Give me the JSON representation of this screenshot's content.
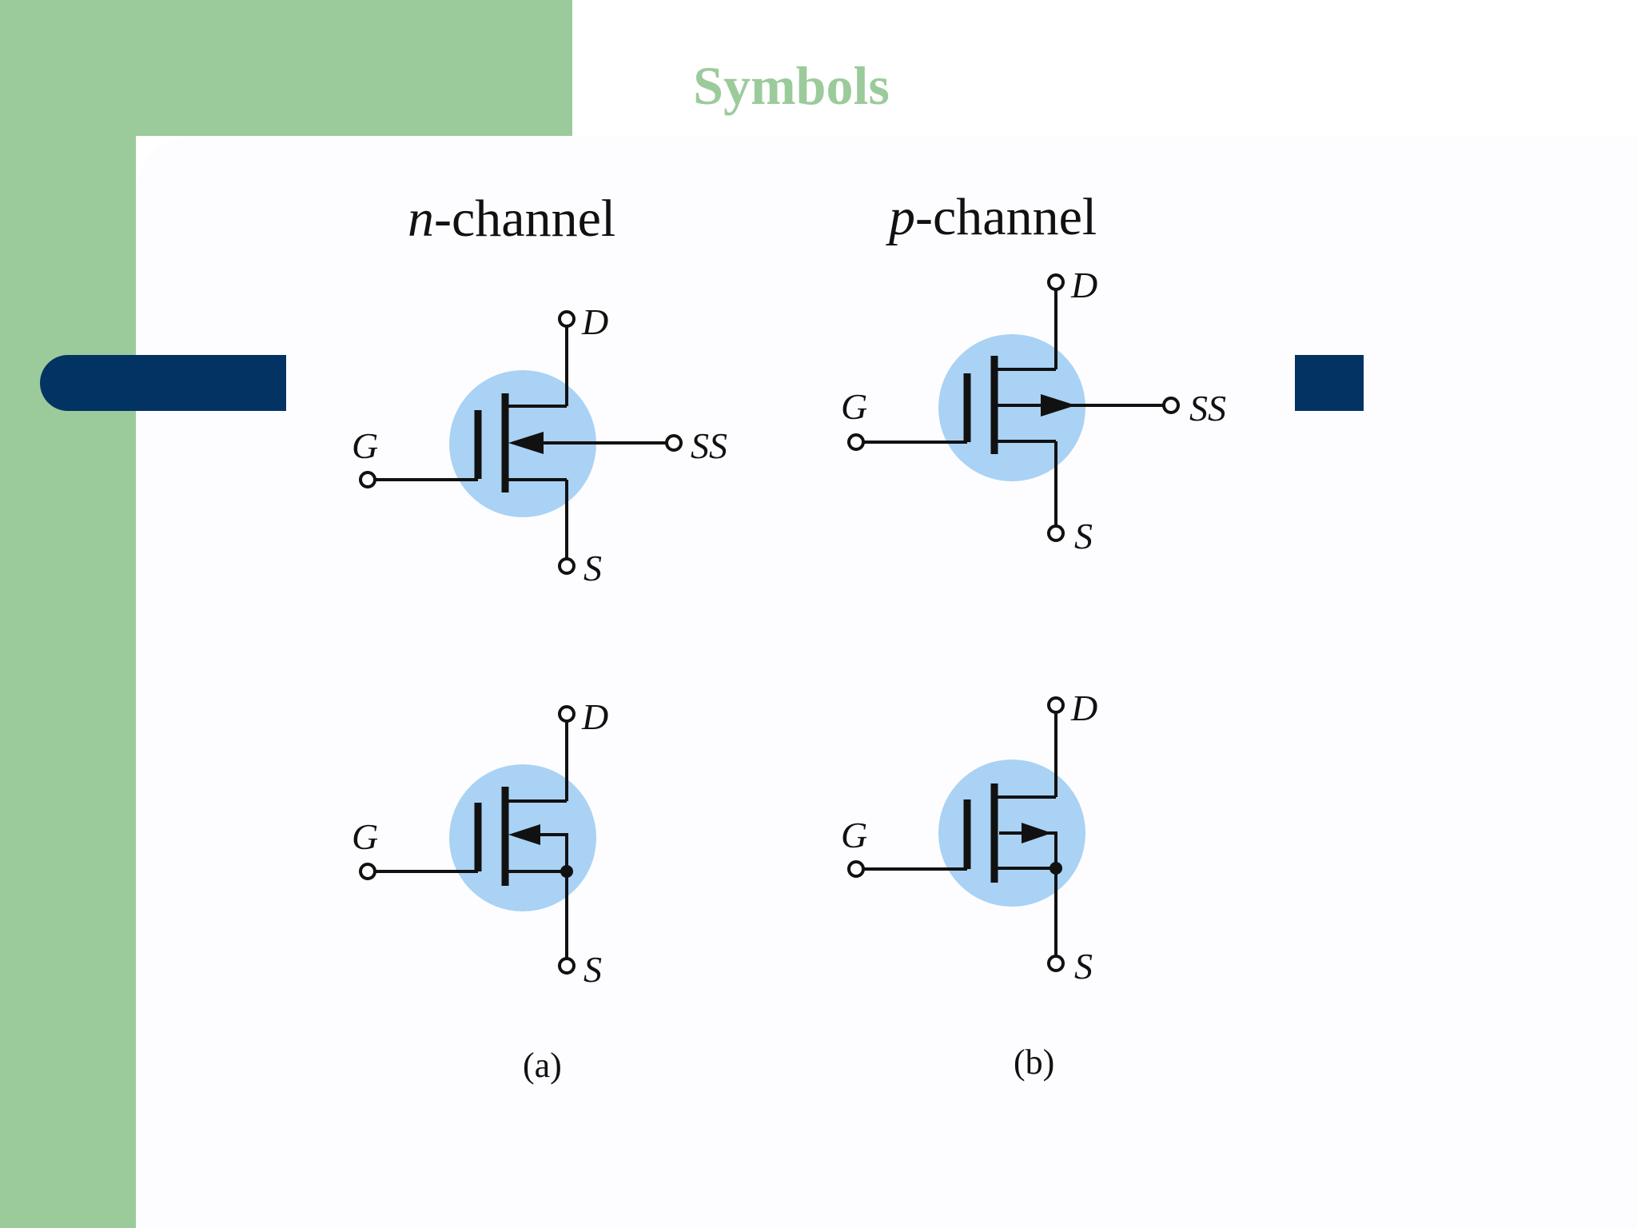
{
  "slide": {
    "title": "Symbols",
    "accent_color": "#9ccb9b",
    "bar_color": "#033363"
  },
  "diagram": {
    "n_channel": {
      "prefix": "n",
      "suffix": "-channel",
      "caption": "(a)"
    },
    "p_channel": {
      "prefix": "p",
      "suffix": "-channel",
      "caption": "(b)"
    },
    "terminals": {
      "drain": "D",
      "gate": "G",
      "source": "S",
      "substrate": "SS"
    },
    "circle_color": "#a9d2f4"
  }
}
